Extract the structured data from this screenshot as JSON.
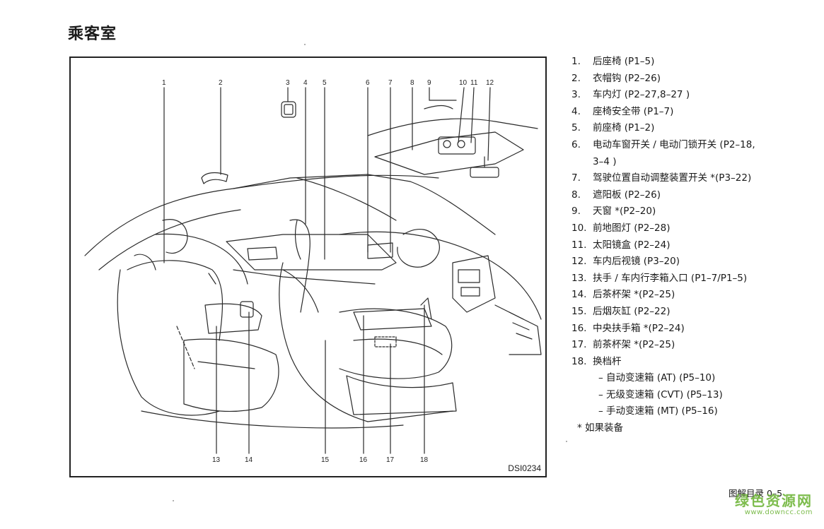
{
  "page": {
    "title": "乘客室"
  },
  "figure": {
    "code": "DSI0234",
    "callouts_top": [
      "1",
      "2",
      "3",
      "4",
      "5",
      "6",
      "7",
      "8",
      "9",
      "10",
      "11",
      "12"
    ],
    "callouts_bottom": [
      "13",
      "14",
      "15",
      "16",
      "17",
      "18"
    ]
  },
  "legend": {
    "items": [
      {
        "num": "1.",
        "text": "后座椅 (P1–5)"
      },
      {
        "num": "2.",
        "text": "衣帽钩 (P2–26)"
      },
      {
        "num": "3.",
        "text": "车内灯 (P2–27,8–27 )"
      },
      {
        "num": "4.",
        "text": "座椅安全带 (P1–7)"
      },
      {
        "num": "5.",
        "text": "前座椅 (P1–2)"
      },
      {
        "num": "6.",
        "text": "电动车窗开关 / 电动门锁开关 (P2–18,"
      },
      {
        "num": "",
        "text": "3–4 )"
      },
      {
        "num": "7.",
        "text": "驾驶位置自动调整装置开关 *(P3–22)"
      },
      {
        "num": "8.",
        "text": "遮阳板 (P2–26)"
      },
      {
        "num": "9.",
        "text": "天窗 *(P2–20)"
      },
      {
        "num": "10.",
        "text": "前地图灯 (P2–28)"
      },
      {
        "num": "11.",
        "text": "太阳镜盒 (P2–24)"
      },
      {
        "num": "12.",
        "text": "车内后视镜 (P3–20)"
      },
      {
        "num": "13.",
        "text": "扶手 / 车内行李箱入口 (P1–7/P1–5)"
      },
      {
        "num": "14.",
        "text": "后茶杯架 *(P2–25)"
      },
      {
        "num": "15.",
        "text": "后烟灰缸 (P2–22)"
      },
      {
        "num": "16.",
        "text": "中央扶手箱 *(P2–24)"
      },
      {
        "num": "17.",
        "text": "前茶杯架 *(P2–25)"
      },
      {
        "num": "18.",
        "text": "换档杆"
      }
    ],
    "subitems": [
      "– 自动变速箱 (AT) (P5–10)",
      "– 无级变速箱 (CVT) (P5–13)",
      "– 手动变速箱 (MT) (P5–16)"
    ],
    "note": "* 如果装备"
  },
  "footer": {
    "label": "图解目录 0–5"
  },
  "watermark": {
    "name": "绿色资源网",
    "url": "www.downcc.com",
    "color": "#6fb53a"
  }
}
